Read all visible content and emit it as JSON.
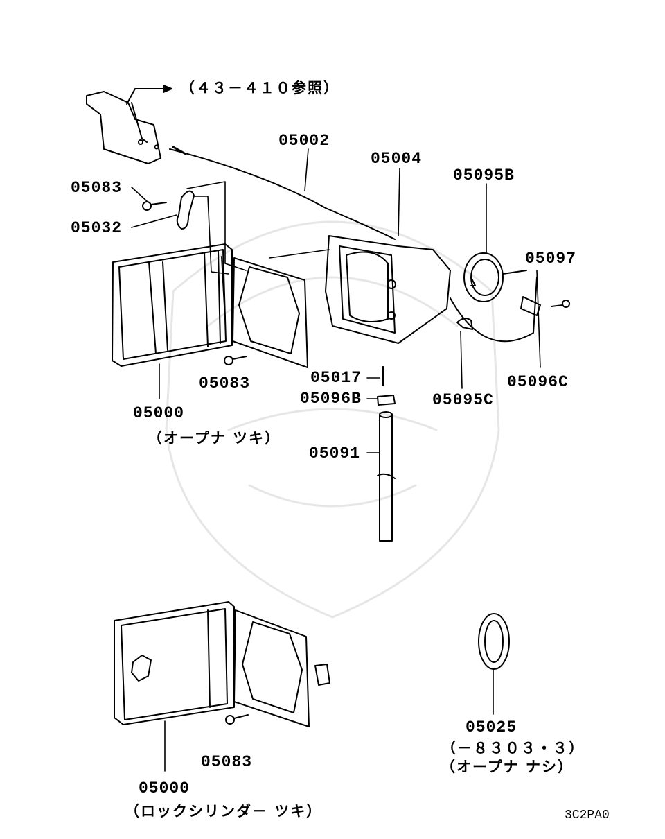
{
  "reference_note": "（４３－４１０参照）",
  "parts": {
    "p05002": "05002",
    "p05004": "05004",
    "p05095B": "05095B",
    "p05083_top": "05083",
    "p05032": "05032",
    "p05097": "05097",
    "p05083_mid": "05083",
    "p05017": "05017",
    "p05096B": "05096B",
    "p05095C": "05095C",
    "p05096C": "05096C",
    "p05000_top": "05000",
    "p05091": "05091",
    "p05000_bottom": "05000",
    "p05083_bottom": "05083",
    "p05025": "05025"
  },
  "notes": {
    "opener_with": "（オープナ ツキ）",
    "lock_cylinder_with": "（ロックシリンダ－ ツキ）",
    "p05025_range": "（－８３０３・３）",
    "opener_without": "（オープナ ナシ）"
  },
  "diagram_code": "3C2PA0"
}
